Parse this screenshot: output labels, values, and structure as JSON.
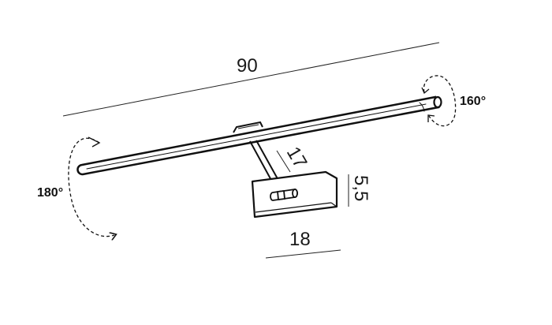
{
  "dimensions": {
    "length": "90",
    "arm": "17",
    "box_height": "5,5",
    "box_width": "18"
  },
  "rotations": {
    "left": "180°",
    "right": "160°"
  },
  "colors": {
    "line": "#111111",
    "background": "#ffffff"
  }
}
